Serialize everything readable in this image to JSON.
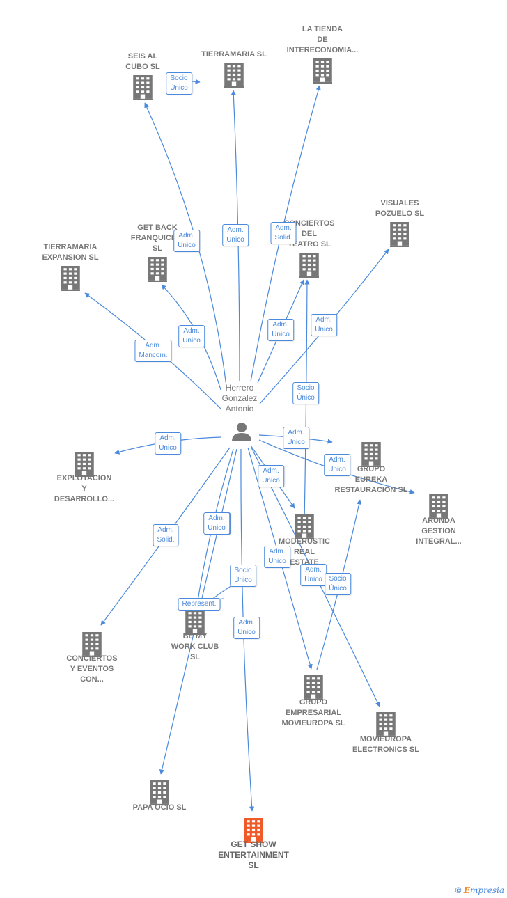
{
  "colors": {
    "edge": "#4a89dc",
    "building": "#777777",
    "building_highlight": "#f05a28",
    "person": "#777777"
  },
  "person": {
    "label": "Herrero\nGonzalez\nAntonio",
    "icon": "person-icon"
  },
  "nodes": [
    {
      "id": "seis",
      "label": "SEIS AL\nCUBO SL"
    },
    {
      "id": "tierramaria",
      "label": "TIERRAMARIA SL"
    },
    {
      "id": "latienda",
      "label": "LA TIENDA\nDE\nINTERECONOMIA..."
    },
    {
      "id": "getback",
      "label": "GET BACK\nFRANQUICIAS\nSL"
    },
    {
      "id": "conciertos_teatro",
      "label": "CONCIERTOS\nDEL\nTEATRO SL"
    },
    {
      "id": "visuales",
      "label": "VISUALES\nPOZUELO SL"
    },
    {
      "id": "tierramaria_exp",
      "label": "TIERRAMARIA\nEXPANSION SL"
    },
    {
      "id": "explotacion",
      "label": "EXPLOTACION\nY\nDESARROLLO..."
    },
    {
      "id": "grupo_eureka",
      "label": "GRUPO\nEUREKA\nRESTAURACION SL"
    },
    {
      "id": "arunda",
      "label": "ARUNDA\nGESTION\nINTEGRAL..."
    },
    {
      "id": "moderustic",
      "label": "MODERUSTIC\nREAL\nESTATE"
    },
    {
      "id": "bemy",
      "label": "BE MY\nWORK CLUB\nSL"
    },
    {
      "id": "conciertos_eventos",
      "label": "CONCIERTOS\nY EVENTOS\nCON..."
    },
    {
      "id": "grupo_movieuropa",
      "label": "GRUPO\nEMPRESARIAL\nMOVIEUROPA SL"
    },
    {
      "id": "movieuropa_el",
      "label": "MOVIEUROPA\nELECTRONICS SL"
    },
    {
      "id": "papa_ocio",
      "label": "PAPA OCIO SL"
    },
    {
      "id": "getshow",
      "label": "GET SHOW\nENTERTAINMENT\nSL"
    }
  ],
  "edges": [
    {
      "label": "Adm.\nUnico"
    },
    {
      "label": "Adm.\nUnico"
    },
    {
      "label": "Adm.\nSolid."
    },
    {
      "label": "Adm.\nUnico"
    },
    {
      "label": "Adm.\nUnico"
    },
    {
      "label": "Adm.\nUnico"
    },
    {
      "label": "Adm.\nMancom."
    },
    {
      "label": "Adm.\nUnico"
    },
    {
      "label": "Adm.\nUnico"
    },
    {
      "label": "Adm.\nUnico"
    },
    {
      "label": "Adm.\nUnico"
    },
    {
      "label": "Adm.\nUnico"
    },
    {
      "label": "Adm.\nSolid."
    },
    {
      "label": "Adm.\nUnico"
    },
    {
      "label": "Adm.\nUnico"
    },
    {
      "label": "Adm.\nUnico"
    },
    {
      "label": "Adm.\nUnico"
    },
    {
      "label": "Socio\nÚnico"
    },
    {
      "label": "Socio\nÚnico"
    },
    {
      "label": "Socio\nÚnico"
    },
    {
      "label": "Socio\nÚnico"
    },
    {
      "label": "Represent."
    }
  ],
  "brand": {
    "copyright": "©",
    "name_first": "E",
    "name_rest": "mpresia"
  }
}
